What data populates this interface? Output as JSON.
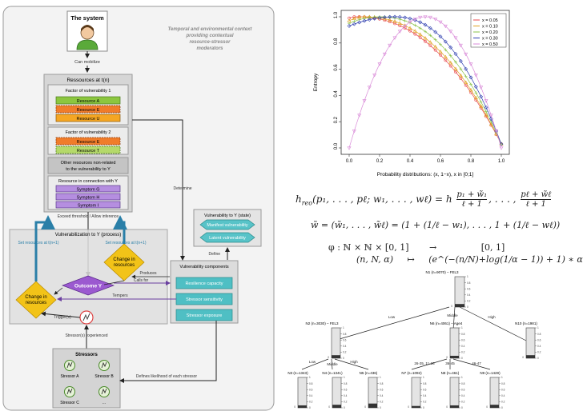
{
  "system": {
    "title": "The system",
    "can_mobilize": "Can mobilize",
    "context_note": [
      "Temporal and environmental context",
      "providing contextual",
      "resource-stressor",
      "moderators"
    ]
  },
  "resources": {
    "title": "Ressources at t(n)",
    "factor1": {
      "title": "Factor of vulnerability 1",
      "items": [
        "Resource A",
        "Resource E",
        "Resource U"
      ]
    },
    "factor2": {
      "title": "Factor of vulnerability 2",
      "items": [
        "Resource E",
        "Resource T"
      ]
    },
    "other": [
      "Other resources non-related",
      "to the vulnerability to Y"
    ],
    "connection": {
      "title": "Resource in connection with Y",
      "items": [
        "Symptom G",
        "Symptom H",
        "Symptom I"
      ]
    }
  },
  "labels": {
    "exceed": "Exceed threshold / Allow inference",
    "determine": "Determine",
    "define": "Define",
    "calls_for": "Calls for",
    "produces": "Produces",
    "tempers": "Tempers",
    "trigger": "Trigger(s)",
    "stressor_exp": "Stressor(s) experienced",
    "defines_likelihood": "Defines likelihood of each stressor"
  },
  "process": {
    "title": "Vulnerabilization to Y (process)",
    "set_tn1": "Set resources at t(n+1)",
    "set_tn1b": "Set resources at t(n+1)",
    "change1": [
      "Change in",
      "resources"
    ],
    "change2": [
      "Change in",
      "resources"
    ],
    "outcome": "Outcome Y"
  },
  "vuln_state": {
    "title": "Vulnerability to Y (state)",
    "items": [
      "Manifest vulnerability",
      "Latent vulnerability"
    ]
  },
  "components": {
    "title": "Vulnerability components",
    "items": [
      "Resilience capacity",
      "Stressor sensitivity",
      "Stressor exposure"
    ]
  },
  "stressors": {
    "title": "Stressors",
    "items": [
      "Stressor A",
      "Stressor B",
      "Stressor C",
      "..."
    ]
  },
  "chart_data": {
    "type": "line",
    "xlabel": "Probability distributions: (x, 1−x), x in [0;1]",
    "ylabel": "Entropy",
    "xlim": [
      0,
      1
    ],
    "ylim": [
      0,
      1
    ],
    "xticks": [
      "0.0",
      "0.2",
      "0.4",
      "0.6",
      "0.8",
      "1.0"
    ],
    "yticks": [
      "0.0",
      "0.2",
      "0.4",
      "0.6",
      "0.8",
      "1.0"
    ],
    "legend_position": "top-right",
    "series": [
      {
        "name": "x = 0.05",
        "color": "#e8484d",
        "peak": 0.05,
        "start": 0.99
      },
      {
        "name": "x = 0.10",
        "color": "#e0a020",
        "peak": 0.1,
        "start": 0.97
      },
      {
        "name": "x = 0.20",
        "color": "#8bc34a",
        "peak": 0.2,
        "start": 0.95
      },
      {
        "name": "x = 0.30",
        "color": "#2f3fb0",
        "peak": 0.3,
        "start": 0.93
      },
      {
        "name": "x = 0.50",
        "color": "#d98ad8",
        "peak": 0.5,
        "start": 0.0
      }
    ]
  },
  "equations": {
    "eq1_lhs": "h",
    "eq1_sub": "reo",
    "eq1_args": "(p₁, . . . , pℓ; w₁, . . . , wℓ) = h",
    "eq1_f1n": "p₁ + w̃₁",
    "eq1_f1d": "ℓ + 1",
    "eq1_mid": ", . . . ,",
    "eq1_f2n": "pℓ + w̃ℓ",
    "eq1_f2d": "ℓ + 1",
    "eq2": "w̃ = (w̃₁, . . . , w̃ℓ) = (1 + (1/ℓ − w₁), . . . , 1 + (1/ℓ − wℓ))",
    "eq3a_l": "φ :   ℕ × ℕ × [0, 1]",
    "eq3a_arrow": "→",
    "eq3a_r": "[0, 1]",
    "eq3b_l": "(n, N, α)",
    "eq3b_arrow": "↦",
    "eq3b_r": "(e^(−(n/N)+log(1/α − 1)) + 1) ∗ α"
  },
  "tree": {
    "root": "N1 (n=9070) – FEL3",
    "n2": "N2 (n=3030) – FEL3",
    "n6": "N6 (n=4061) – Age4",
    "n10": "N10 (n=1981)",
    "n3": "N3 (n=1343)",
    "n4": "N4 (n=1341)",
    "n5": "N5 (n=436)",
    "n7": "N7 (n=1092)",
    "n8": "N8 (n=461)",
    "n9": "N9 (n=1428)",
    "edge_low": "Low",
    "edge_middle": "Middle",
    "edge_high": "High",
    "e_low2": "Low",
    "e_mid2": "Middle",
    "e_high2": "High",
    "e_age1": "26-35, 11-26",
    "e_age2": "36-45",
    "e_age3": "46-47",
    "yt": [
      "1",
      "0.8",
      "0.6",
      "0.4",
      "0.2",
      "0"
    ]
  }
}
